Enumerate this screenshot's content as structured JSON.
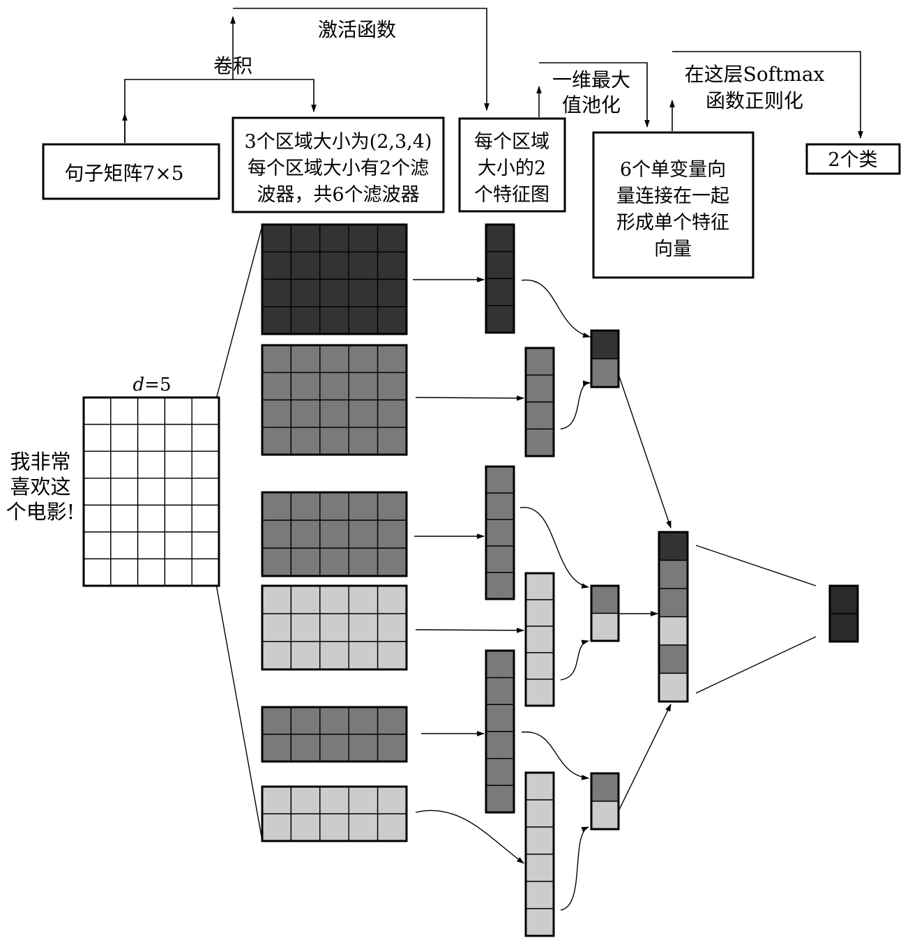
{
  "labels": {
    "activation": "激活函数",
    "convolution": "卷积",
    "maxpool_line1": "一维最大",
    "maxpool_line2": "值池化",
    "softmax_line1": "在这层Softmax",
    "softmax_line2": "函数正则化",
    "d_label_italic": "d",
    "d_label_value": "=5",
    "sentence_line1": "我非常",
    "sentence_line2": "喜欢这",
    "sentence_line3": "个电影!"
  },
  "boxes": {
    "sentence_matrix": [
      "句子矩阵7×5"
    ],
    "filters": [
      "3个区域大小为(2,3,4)",
      "每个区域大小有2个滤",
      "波器，共6个滤波器"
    ],
    "feature_maps": [
      "每个区域",
      "大小的2",
      "个特征图"
    ],
    "concat": [
      "6个单变量向",
      "量连接在一起",
      "形成单个特征",
      "向量"
    ],
    "classes": [
      "2个类"
    ]
  },
  "colors": {
    "dark": "#333333",
    "medium": "#7a7a7a",
    "light": "#cccccc",
    "output": "#2a2a2a"
  }
}
